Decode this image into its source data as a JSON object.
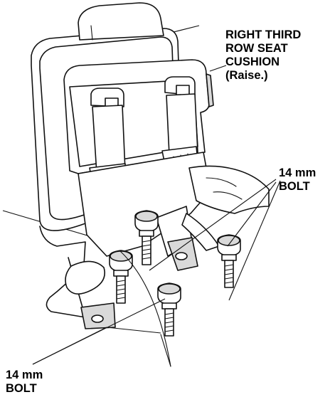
{
  "labels": {
    "cushion_line1": "RIGHT THIRD",
    "cushion_line2": "ROW SEAT",
    "cushion_line3": "CUSHION",
    "cushion_line4": "(Raise.)",
    "bolt_upper_size": "14 mm",
    "bolt_upper_name": "BOLT",
    "bolt_lower_size": "14 mm",
    "bolt_lower_name": "BOLT"
  },
  "colors": {
    "ink": "#111111",
    "shade": "#d9d9d9",
    "dark_shade": "#8c8c8c",
    "background": "#ffffff"
  }
}
